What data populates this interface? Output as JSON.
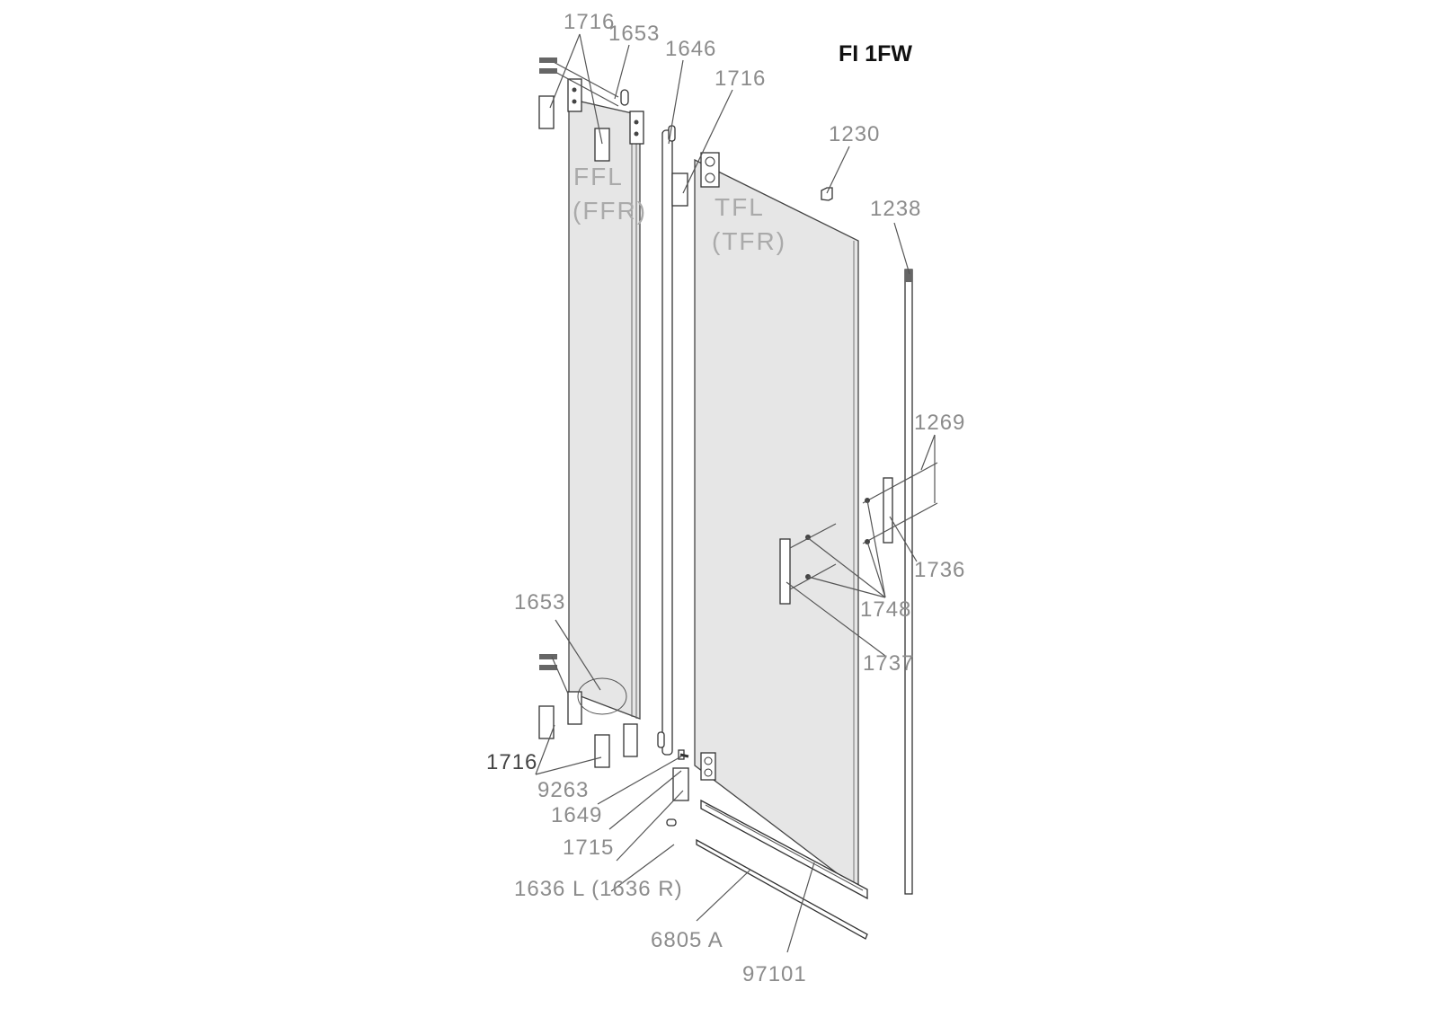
{
  "title": "FI 1FW",
  "panels": {
    "fixed": {
      "line1": "FFL",
      "line2": "(FFR)"
    },
    "door": {
      "line1": "TFL",
      "line2": "(TFR)"
    }
  },
  "labels": {
    "p1716_top": "1716",
    "p1653_top": "1653",
    "p1646": "1646",
    "p1716_door": "1716",
    "p1230": "1230",
    "p1238": "1238",
    "p1269": "1269",
    "p1736": "1736",
    "p1748": "1748",
    "p1737": "1737",
    "p1653_bottom": "1653",
    "p1716_bottom": "1716",
    "p9263": "9263",
    "p1649": "1649",
    "p1715": "1715",
    "p1636": "1636 L (1636 R)",
    "p6805": "6805 A",
    "p97101": "97101"
  }
}
